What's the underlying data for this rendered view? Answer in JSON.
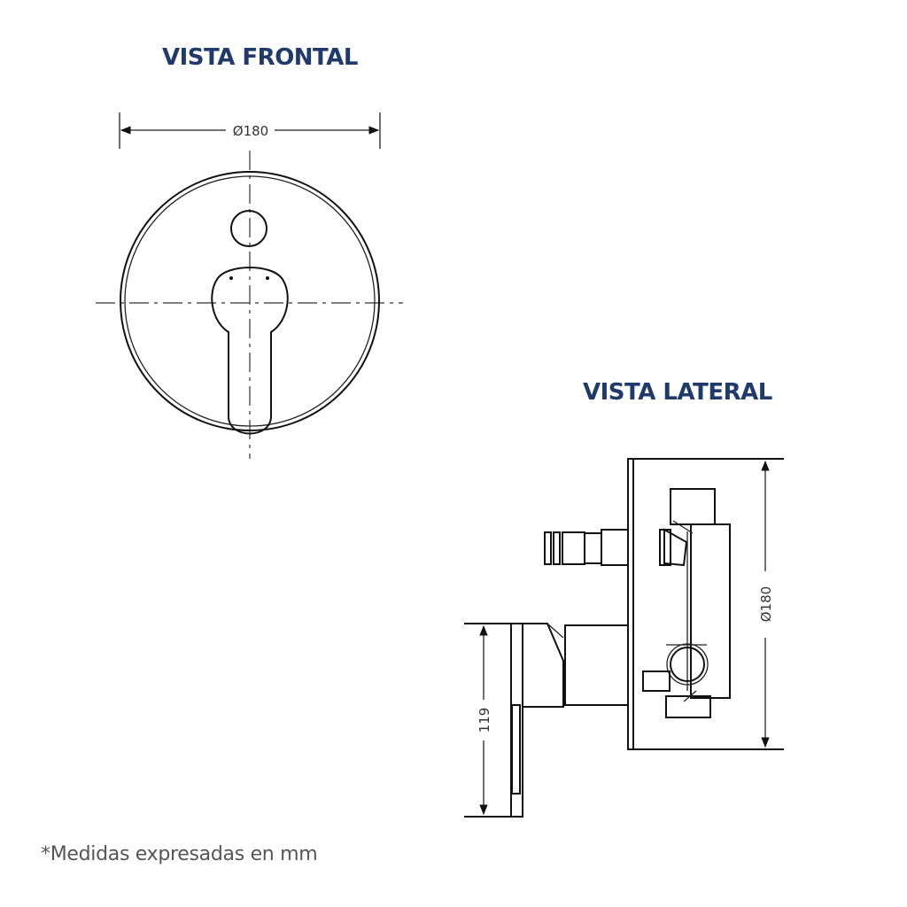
{
  "front_view": {
    "title": "VISTA FRONTAL",
    "diameter_label": "Ø180"
  },
  "side_view": {
    "title": "VISTA LATERAL",
    "height_label": "Ø180",
    "depth_label": "119"
  },
  "footnote": "*Medidas expresadas en mm",
  "colors": {
    "title": "#1f3a6b",
    "line": "#111111",
    "footnote": "#555555"
  }
}
